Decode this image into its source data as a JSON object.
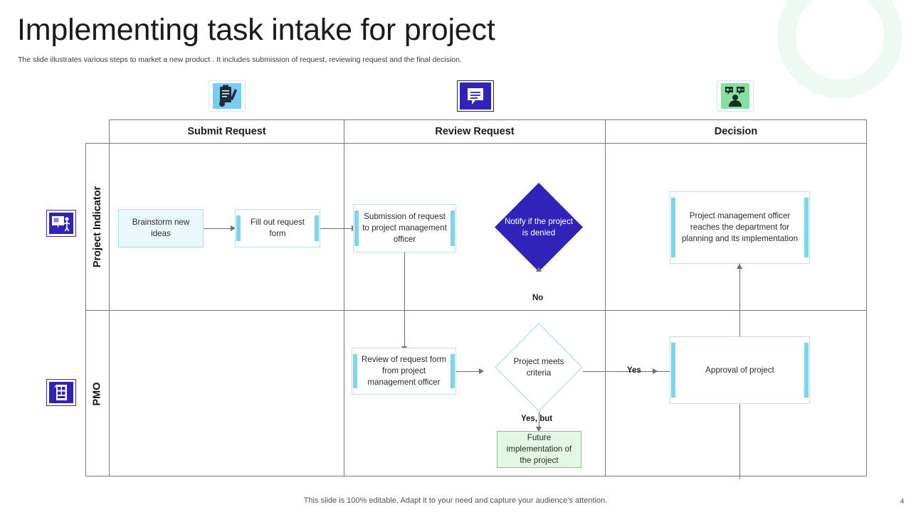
{
  "slide": {
    "title": "Implementing task intake for project",
    "subtitle": "The slide illustrates various steps to market a new product . It includes submission of request, reviewing request and the final decision.",
    "footer_note": "This slide is 100% editable. Adapt it to your need and capture your audience’s attention.",
    "page_number": "4"
  },
  "colors": {
    "diamond_solid": "#3223b8",
    "diamond_outline": "#bfe2ec",
    "process_bar": "#7fd3ea",
    "fill_cyan": "#e9f8fb",
    "fill_green": "#e2f7e4",
    "green_border": "#7cc98a",
    "grid_line": "#7a7a7a",
    "connector": "#6e6e6e",
    "icon_blue_bg": "#78ccf5",
    "icon_indigo_bg": "#3223b8",
    "icon_green_bg": "#88dfa3",
    "deco_ring": "#eaf8f0"
  },
  "columns": [
    {
      "label": "Submit Request",
      "icon": "clipboard-pen-icon"
    },
    {
      "label": "Review Request",
      "icon": "speech-bubble-icon"
    },
    {
      "label": "Decision",
      "icon": "people-discussion-icon"
    }
  ],
  "lanes": [
    {
      "label": "Project Indicator",
      "icon": "presentation-board-icon"
    },
    {
      "label": "PMO",
      "icon": "document-list-icon"
    }
  ],
  "nodes": {
    "brainstorm": "Brainstorm new ideas",
    "fill_form": "Fill out request form",
    "submission": "Submission of request to project management officer",
    "notify_denied": "Notify if the project is denied",
    "pmo_reach": "Project management officer reaches the department for planning and its implementation",
    "review_form": "Review of request form from project management officer",
    "meets_criteria": "Project meets criteria",
    "approval": "Approval of project",
    "future_impl": "Future implementation of the project"
  },
  "edge_labels": {
    "no": "No",
    "yes": "Yes",
    "yes_but": "Yes, but"
  }
}
